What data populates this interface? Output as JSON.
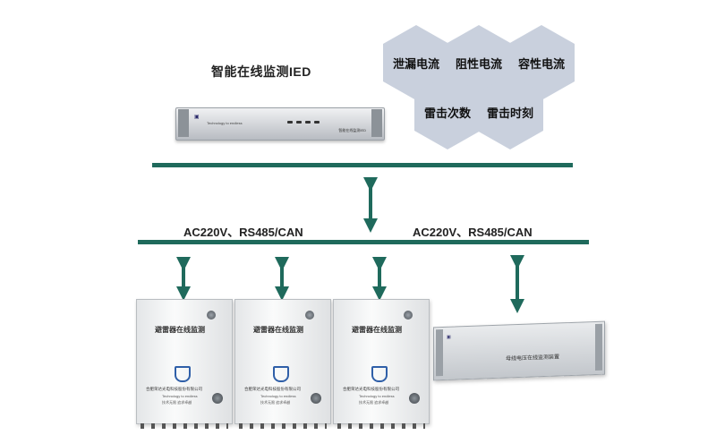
{
  "title": "智能在线监测IED",
  "hexagons": [
    "泄漏电流",
    "阻性电流",
    "容性电流",
    "雷击次数",
    "雷击时刻"
  ],
  "bus_labels": {
    "left": "AC220V、RS485/CAN",
    "right": "AC220V、RS485/CAN"
  },
  "ied_device": {
    "name_plate": "智能在线监测IED",
    "small_text": "Technology to endless"
  },
  "cabinets": [
    {
      "label": "避雷器在线监测",
      "company": "合肥荣达光电科技股份有限公司",
      "motto": "Technology to endless",
      "small": "技术无限  追求卓越"
    },
    {
      "label": "避雷器在线监测",
      "company": "合肥荣达光电科技股份有限公司",
      "motto": "Technology to endless",
      "small": "技术无限  追求卓越"
    },
    {
      "label": "避雷器在线监测",
      "company": "合肥荣达光电科技股份有限公司",
      "motto": "Technology to endless",
      "small": "技术无限  追求卓越"
    }
  ],
  "chassis": {
    "name_plate": "母线电压在线监测装置"
  },
  "colors": {
    "bus": "#1f6a5c",
    "arrow": "#1f6a5c",
    "hexagon": "#c9d0dd"
  }
}
